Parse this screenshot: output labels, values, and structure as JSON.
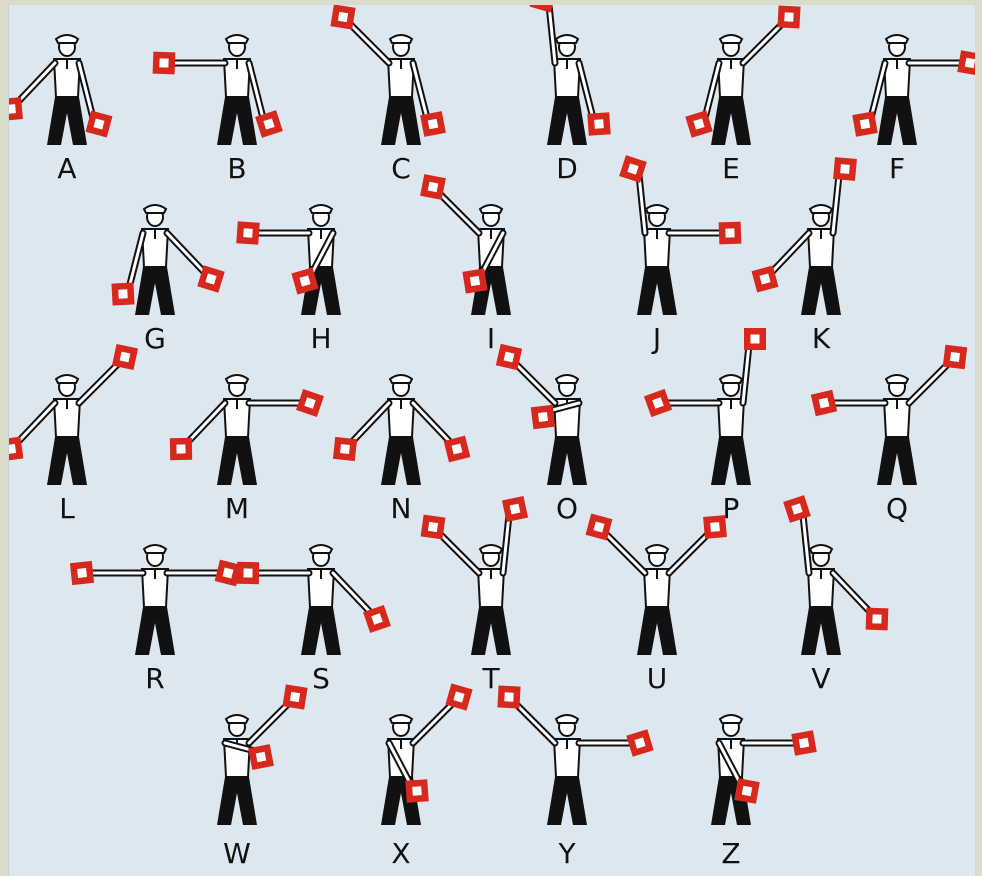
{
  "colors": {
    "background": "#dde7f0",
    "flag_border": "#d6281c",
    "flag_inner": "#ffffff",
    "figure_ink": "#111111",
    "shirt": "#ffffff"
  },
  "rows": [
    [
      "A",
      "B",
      "C",
      "D",
      "E",
      "F"
    ],
    [
      "G",
      "H",
      "I",
      "J",
      "K"
    ],
    [
      "L",
      "M",
      "N",
      "O",
      "P",
      "Q"
    ],
    [
      "R",
      "S",
      "T",
      "U",
      "V"
    ],
    [
      "W",
      "X",
      "Y",
      "Z"
    ]
  ],
  "arm_positions": {
    "A": [
      "low",
      "down"
    ],
    "B": [
      "out",
      "down"
    ],
    "C": [
      "up-diag",
      "down"
    ],
    "D": [
      "up",
      "down"
    ],
    "E": [
      "down",
      "up-diag"
    ],
    "F": [
      "down",
      "out"
    ],
    "G": [
      "down",
      "low"
    ],
    "H": [
      "out",
      "across-low"
    ],
    "I": [
      "up-diag",
      "across-low"
    ],
    "J": [
      "up",
      "out"
    ],
    "K": [
      "low",
      "up"
    ],
    "L": [
      "low",
      "up-diag"
    ],
    "M": [
      "low",
      "out"
    ],
    "N": [
      "low",
      "low"
    ],
    "O": [
      "up-diag",
      "across-out"
    ],
    "P": [
      "out",
      "up"
    ],
    "Q": [
      "out",
      "up-diag"
    ],
    "R": [
      "out",
      "out"
    ],
    "S": [
      "out",
      "low"
    ],
    "T": [
      "up-diag",
      "up"
    ],
    "U": [
      "up-diag",
      "up-diag"
    ],
    "V": [
      "up",
      "low"
    ],
    "W": [
      "across-out",
      "up-diag"
    ],
    "X": [
      "across-low",
      "up-diag"
    ],
    "Y": [
      "up-diag",
      "out"
    ],
    "Z": [
      "across-low",
      "out"
    ]
  }
}
